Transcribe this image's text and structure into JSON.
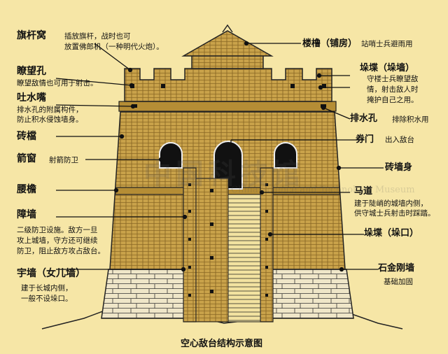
{
  "title": "空心敌台结构示意图",
  "watermark": {
    "cn": "中国科技馆",
    "en": "China Science and Technology Museum"
  },
  "labels": {
    "jiuganwo": {
      "name": "旗杆窝",
      "desc": [
        "插放旗杆，战时也可",
        "放置佛郎机（一种明代火炮）。"
      ]
    },
    "liaowangkong": {
      "name": "瞭望孔",
      "desc": [
        "瞭望敌情也可用于射击。"
      ]
    },
    "tushuizui": {
      "name": "吐水嘴",
      "desc": [
        "排水孔的附属构件，",
        "防止积水侵蚀墙身。"
      ]
    },
    "zhuandang": {
      "name": "砖檔"
    },
    "jianchuang": {
      "name": "箭窗",
      "desc": [
        "射箭防卫"
      ]
    },
    "yaodang": {
      "name": "腰檐"
    },
    "zhangqiang": {
      "name": "障墙",
      "desc": [
        "二级防卫设施。敌方一旦",
        "攻上城墙，守方还可继续",
        "防卫，阻止敌方攻占敌台。"
      ]
    },
    "yuqiang": {
      "name": "宇墙（女儿墙）",
      "desc": [
        "建于长城内侧，",
        "一般不设垛口。"
      ]
    },
    "loulou": {
      "name": "楼橹（铺房）",
      "desc": [
        "站哨士兵避雨用"
      ]
    },
    "duokou_top": {
      "name": "垛堞（垛墙）",
      "desc": [
        "守楼士兵瞭望敌",
        "情，射击敌人时",
        "掩护自己之用。"
      ]
    },
    "paishuikong": {
      "name": "排水孔",
      "desc": [
        "排除积水用"
      ]
    },
    "quanmen": {
      "name": "券门",
      "desc": [
        "出入敌台"
      ]
    },
    "zhuanqiangshen": {
      "name": "砖墙身"
    },
    "madao": {
      "name": "马道",
      "desc": [
        "建于陡峭的城墙内侧，",
        "供守城士兵射击时踩踏。"
      ]
    },
    "duokou_low": {
      "name": "垛堞（垛口）"
    },
    "shijin": {
      "name": "石金刚墙",
      "desc": [
        "基础加固"
      ]
    }
  },
  "colors": {
    "background": "#f6e6a6",
    "brick": "#c9a24a",
    "brick_line": "#6b4c12",
    "stone": "#efe6c8",
    "leader": "#111111"
  }
}
